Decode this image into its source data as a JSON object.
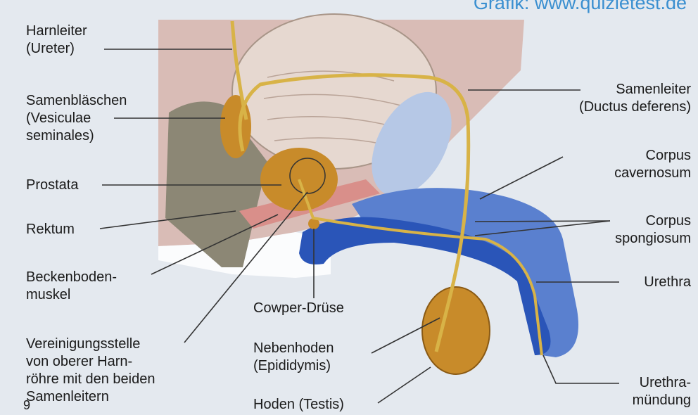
{
  "credit": "Grafik: www.quizletest.de",
  "page_number": "9",
  "labels": {
    "harnleiter": [
      "Harnleiter",
      "(Ureter)"
    ],
    "samenblaeschen": [
      "Samenbläschen",
      "(Vesiculae",
      "seminales)"
    ],
    "prostata": [
      "Prostata"
    ],
    "rektum": [
      "Rektum"
    ],
    "beckenboden": [
      "Beckenboden-",
      "muskel"
    ],
    "vereinigung": [
      "Vereinigungsstelle",
      "von oberer Harn-",
      "röhre mit den beiden",
      "Samenleitern"
    ],
    "cowper": [
      "Cowper-Drüse"
    ],
    "nebenhoden": [
      "Nebenhoden",
      "(Epididymis)"
    ],
    "hoden": [
      "Hoden (Testis)"
    ],
    "samenleiter": [
      "Samenleiter",
      "(Ductus deferens)"
    ],
    "corpus_cavernosum": [
      "Corpus",
      "cavernosum"
    ],
    "corpus_spongiosum": [
      "Corpus",
      "spongiosum"
    ],
    "urethra": [
      "Urethra"
    ],
    "urethramuendung": [
      "Urethra-",
      "mündung"
    ]
  },
  "colors": {
    "background": "#e4e9ef",
    "bladder": "#e6d8d0",
    "abdomen_wall": "#d9bcb6",
    "rectum": "#8c8775",
    "duct": "#d8b347",
    "gland": "#c88b2a",
    "corpus_cavernosum": "#5a80cf",
    "corpus_spongiosum": "#2a55b8",
    "symphysis": "#b6c8e6",
    "muscle": "#d98f8a",
    "leader_line": "#333333",
    "credit": "#3a8fd0"
  }
}
